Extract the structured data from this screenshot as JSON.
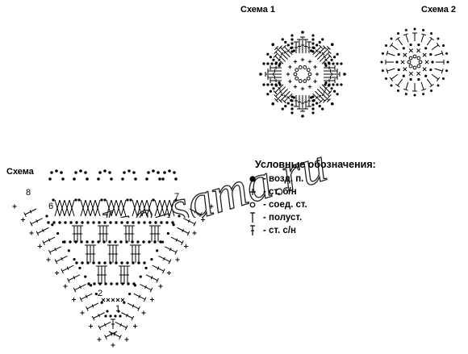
{
  "labels": {
    "scheme1": "Схема 1",
    "scheme2": "Схема 2",
    "scheme_main": "Схема"
  },
  "row_numbers": [
    "8",
    "6",
    "7",
    "2",
    "1"
  ],
  "legend": {
    "title": "Условные обозначения:",
    "items": [
      {
        "symbol": "dot-icon",
        "text": "- возд. п."
      },
      {
        "symbol": "plus-icon",
        "text": "- ст. б/н"
      },
      {
        "symbol": "ring-icon",
        "text": "- соед. ст."
      },
      {
        "symbol": "half-dc-icon",
        "text": "- полуст."
      },
      {
        "symbol": "dc-icon",
        "text": "- ст. с/н"
      }
    ]
  },
  "watermark": "Wse-sama.ru"
}
